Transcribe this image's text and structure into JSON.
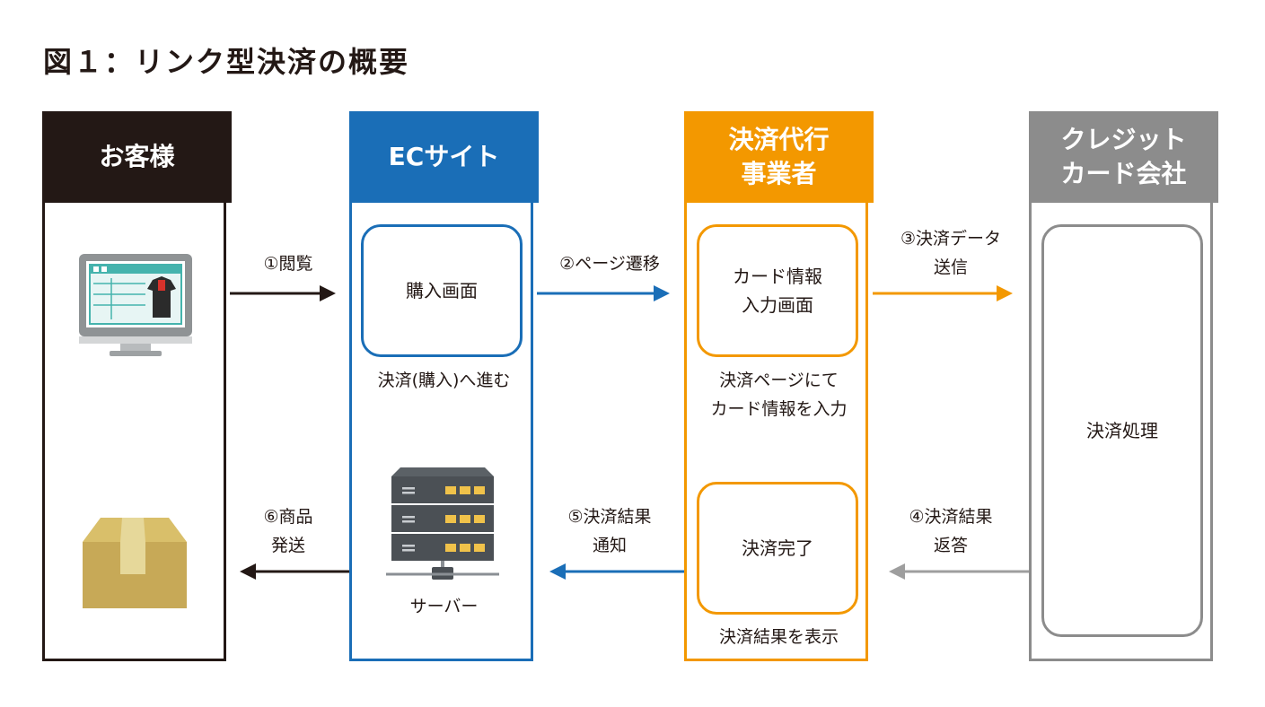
{
  "title": "図１：リンク型決済の概要",
  "columns": {
    "customer": "お客様",
    "ec_site": "ECサイト",
    "payment_agent": "決済代行\n事業者",
    "card_company": "クレジット\nカード会社"
  },
  "ec_site": {
    "purchase_box": "購入画面",
    "purchase_caption": "決済(購入)へ進む",
    "server_caption": "サーバー"
  },
  "payment_agent": {
    "card_input_box": "カード情報\n入力画面",
    "card_input_caption": "決済ページにて\nカード情報を入力",
    "complete_box": "決済完了",
    "complete_caption": "決済結果を表示"
  },
  "card_company": {
    "process_box": "決済処理"
  },
  "steps": {
    "s1": "①閲覧",
    "s2": "②ページ遷移",
    "s3": "③決済データ\n送信",
    "s4": "④決済結果\n返答",
    "s5": "⑤決済結果\n通知",
    "s6": "⑥商品\n発送"
  },
  "icons": [
    "monitor-icon",
    "cardboard-box-icon",
    "server-rack-icon"
  ],
  "colors": {
    "customer": "#231815",
    "ec_site": "#1a6eb7",
    "payment_agent": "#f39800",
    "card_company": "#8c8c8c"
  }
}
